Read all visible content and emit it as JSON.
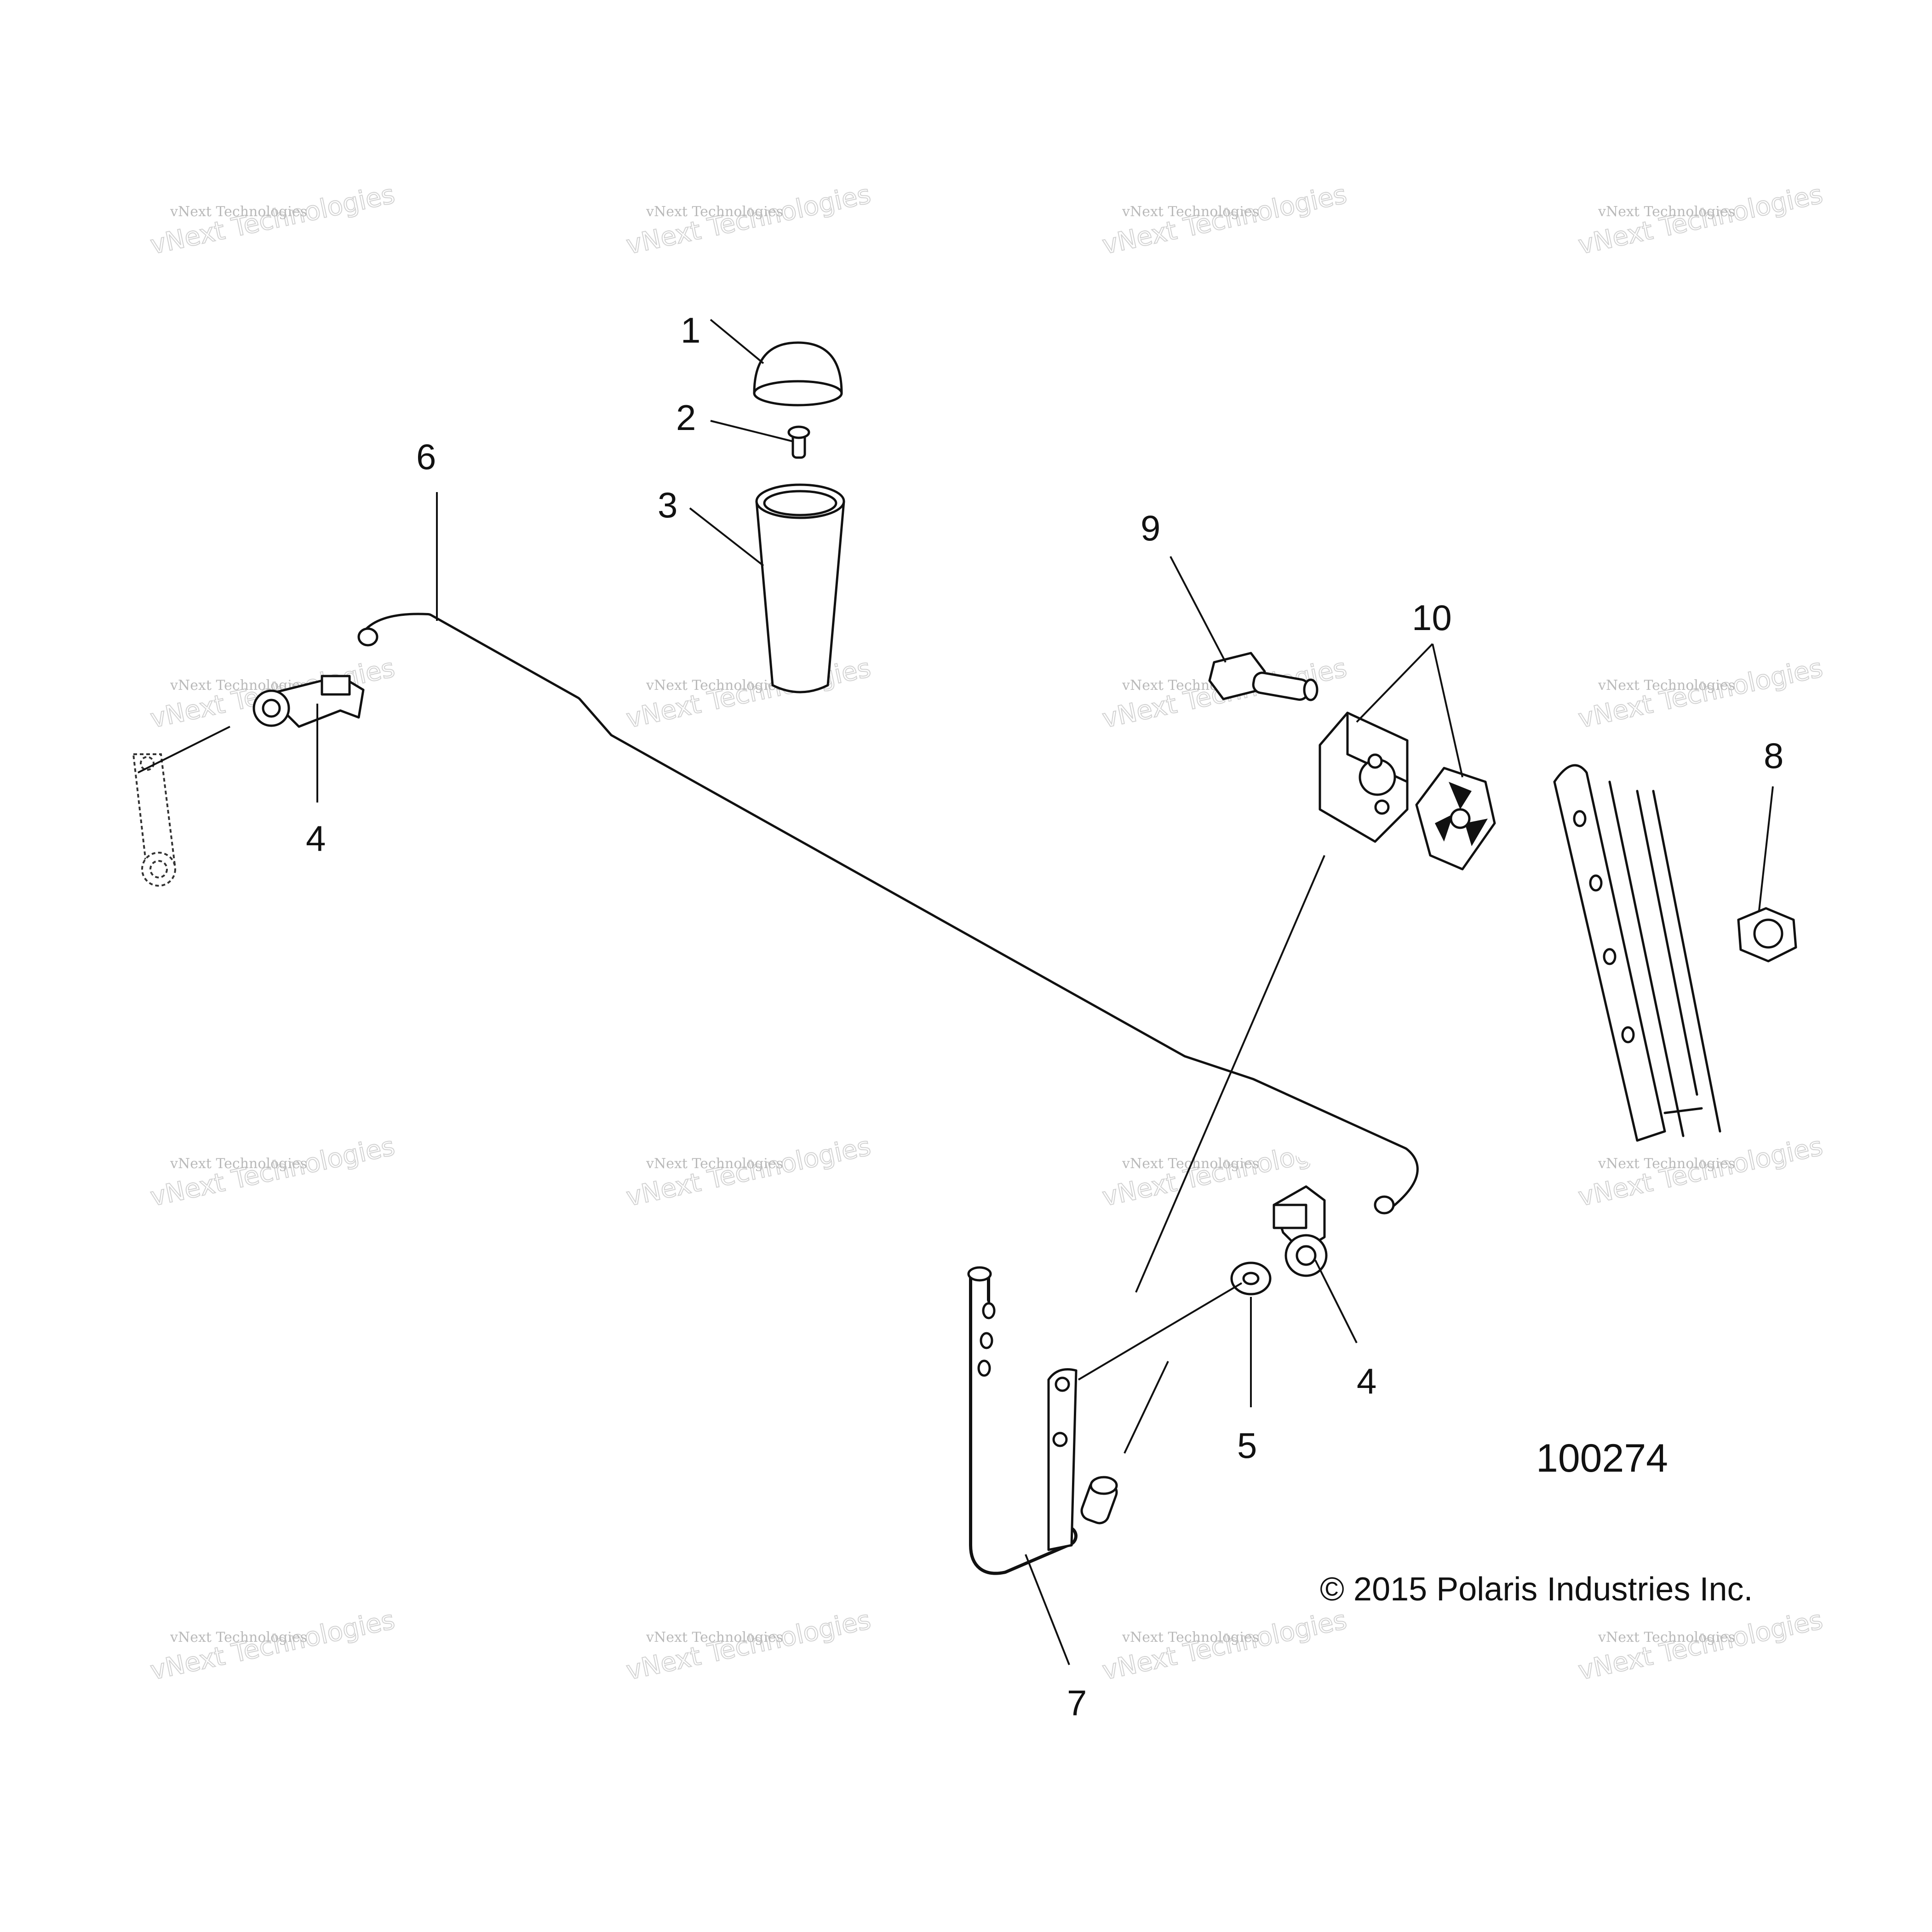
{
  "diagram": {
    "reference_number": "100274",
    "copyright": "© 2015 Polaris Industries Inc.",
    "watermark": {
      "small_text": "vNext Technologies",
      "big_text": "vNext Technologies"
    },
    "callouts": [
      {
        "id": "c1",
        "label": "1"
      },
      {
        "id": "c2",
        "label": "2"
      },
      {
        "id": "c3",
        "label": "3"
      },
      {
        "id": "c4a",
        "label": "4"
      },
      {
        "id": "c4b",
        "label": "4"
      },
      {
        "id": "c5",
        "label": "5"
      },
      {
        "id": "c6",
        "label": "6"
      },
      {
        "id": "c7",
        "label": "7"
      },
      {
        "id": "c8",
        "label": "8"
      },
      {
        "id": "c9",
        "label": "9"
      },
      {
        "id": "c10",
        "label": "10"
      }
    ]
  }
}
